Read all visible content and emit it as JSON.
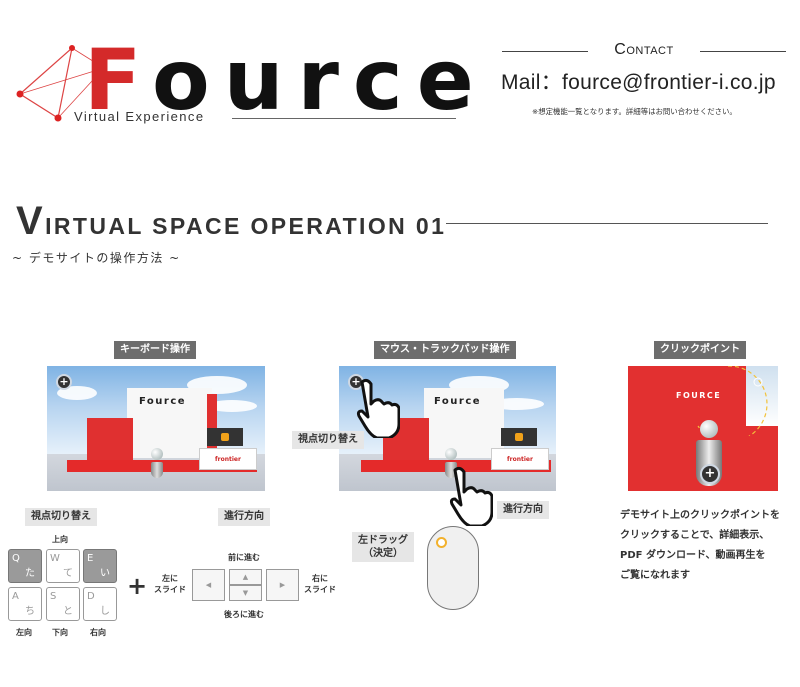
{
  "header": {
    "logo_word_first": "F",
    "logo_word_rest": "ource",
    "tagline": "Virtual Experience",
    "contact_title": "Contact",
    "mail": "Mail：fource@frontier-i.co.jp",
    "note": "※想定機能一覧となります。詳細等はお問い合わせください。"
  },
  "section": {
    "title_first": "V",
    "title_rest": "IRTUAL SPACE OPERATION 01",
    "subtitle": "~ デモサイトの操作方法 ~"
  },
  "panels": {
    "keyboard": {
      "label": "キーボード操作",
      "scene_sign": "Fource",
      "view_switch_label": "視点切り替え",
      "direction_label": "進行方向",
      "up": "上向",
      "left": "左向",
      "down": "下向",
      "right": "右向",
      "keys": [
        {
          "k": "Q",
          "kana": "た"
        },
        {
          "k": "W",
          "kana": "て"
        },
        {
          "k": "E",
          "kana": "い"
        },
        {
          "k": "A",
          "kana": "ち"
        },
        {
          "k": "S",
          "kana": "と"
        },
        {
          "k": "D",
          "kana": "し"
        }
      ],
      "plus": "+",
      "forward": "前に進む",
      "backward": "後ろに進む",
      "slide_left": "左に\nスライド",
      "slide_right": "右に\nスライド",
      "frontier_label": "frontier"
    },
    "mouse": {
      "label": "マウス・トラックパッド操作",
      "scene_sign": "Fource",
      "view_switch_label": "視点切り替え",
      "direction_label": "進行方向",
      "drag_label": "左ドラッグ\n（決定）",
      "frontier_label": "frontier"
    },
    "click": {
      "label": "クリックポイント",
      "scene_sign": "FOURCE",
      "description": [
        "デモサイト上のクリックポイントを",
        "クリックすることで、詳細表示、",
        "PDF ダウンロード、動画再生を",
        "ご覧になれます"
      ]
    }
  },
  "colors": {
    "brand_red": "#d42a2a",
    "chip_dark": "#6d6d6d",
    "chip_light": "#e6e6e6",
    "mouse_button": "#f2b12d"
  }
}
